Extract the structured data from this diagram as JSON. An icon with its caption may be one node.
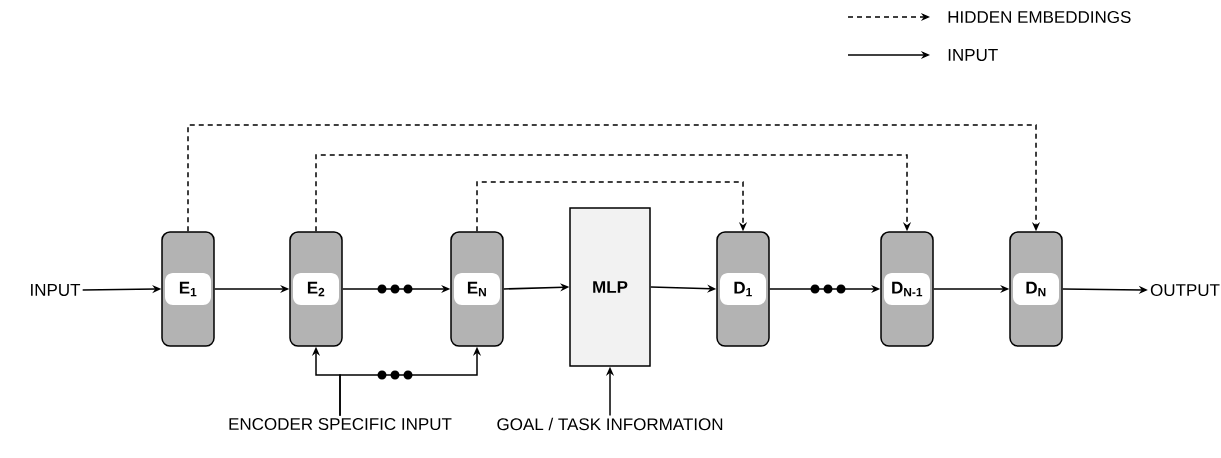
{
  "diagram": {
    "nodes": [
      {
        "text": [
          "INPUT"
        ]
      },
      {
        "text": [
          "E$_{1}$"
        ]
      },
      {
        "text": [
          "E$_{2}$"
        ]
      },
      {
        "text": [
          "E$_{N}$"
        ]
      },
      {
        "text": [
          "MLP"
        ]
      },
      {
        "text": [
          "D$_{1}$"
        ]
      },
      {
        "text": [
          "D$_{N-1}$"
        ]
      },
      {
        "text": [
          "D$_{N}$"
        ]
      },
      {
        "text": [
          "OUTPUT"
        ]
      },
      {
        "text": [
          "ENCODER SPECIFIC INPUT"
        ]
      },
      {
        "text": [
          "GOAL / TASK INFORMATION"
        ]
      }
    ],
    "edges": [
      {
        "from": 0,
        "to": 1,
        "arrow": "to"
      },
      {
        "from": 1,
        "to": 2,
        "arrow": "to"
      },
      {
        "from": 2,
        "to": 3,
        "arrow": "to"
      },
      {
        "from": 3,
        "to": 4,
        "arrow": "to"
      },
      {
        "from": 4,
        "to": 5,
        "arrow": "to"
      },
      {
        "from": 5,
        "to": 6,
        "arrow": "to"
      },
      {
        "from": 6,
        "to": 7,
        "arrow": "to"
      },
      {
        "from": 7,
        "to": 8,
        "arrow": "to"
      },
      {
        "from": 9,
        "to": 2,
        "arrow": "to"
      },
      {
        "from": 9,
        "to": 3,
        "arrow": "to"
      },
      {
        "from": 10,
        "to": 4,
        "arrow": "to"
      },
      {
        "from": 1,
        "to": 7,
        "arrow": "to",
        "style": "dashed"
      },
      {
        "from": 2,
        "to": 6,
        "arrow": "to",
        "style": "dashed"
      },
      {
        "from": 3,
        "to": 5,
        "arrow": "to",
        "style": "dashed"
      }
    ],
    "legend": [
      {
        "text": "HIDDEN EMBEDDINGS"
      },
      {
        "text": "INPUT"
      }
    ]
  }
}
